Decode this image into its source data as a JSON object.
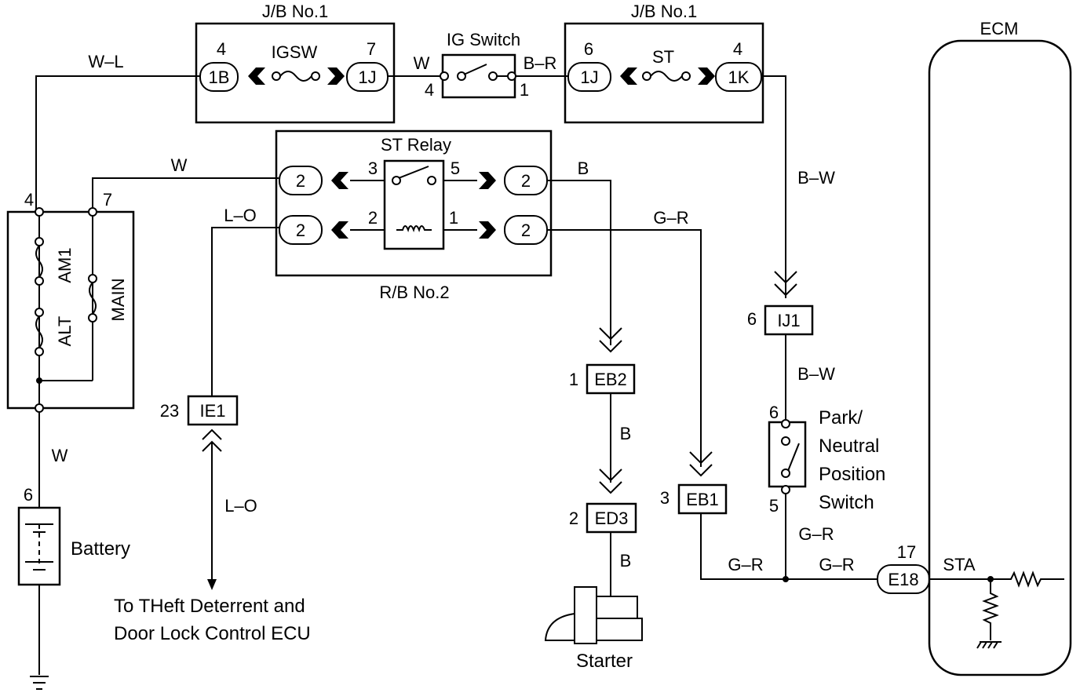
{
  "jb_left": {
    "title": "J/B No.1",
    "fuse": "IGSW",
    "pin_left_num": "4",
    "pin_left": "1B",
    "pin_right_num": "7",
    "pin_right": "1J"
  },
  "jb_right": {
    "title": "J/B No.1",
    "fuse": "ST",
    "pin_left_num": "6",
    "pin_left": "1J",
    "pin_right_num": "4",
    "pin_right": "1K"
  },
  "ig_switch": {
    "title": "IG Switch",
    "pin_left": "4",
    "pin_right": "1",
    "wire_in": "W",
    "wire_out": "B–R"
  },
  "relay": {
    "title": "ST Relay",
    "box": "R/B No.2",
    "pin3": "3",
    "pin5": "5",
    "pin2": "2",
    "pin1": "1",
    "conn": "2"
  },
  "wires": {
    "wl": "W–L",
    "w_top": "W",
    "lo_top": "L–O",
    "b_top": "B",
    "gr_top": "G–R",
    "bw_top": "B–W",
    "bw_mid": "B–W",
    "w_batt": "W",
    "lo_bottom": "L–O",
    "b_mid": "B",
    "b_low": "B",
    "gr_pn": "G–R",
    "gr_eb1": "G–R",
    "gr_e18": "G–R",
    "sta": "STA"
  },
  "fuse_block": {
    "pin4": "4",
    "pin7": "7",
    "am1": "AM1",
    "alt": "ALT",
    "main": "MAIN"
  },
  "battery": {
    "pin": "6",
    "label": "Battery"
  },
  "connectors": {
    "ie1": {
      "num": "23",
      "name": "IE1"
    },
    "eb2": {
      "num": "1",
      "name": "EB2"
    },
    "ed3": {
      "num": "2",
      "name": "ED3"
    },
    "eb1": {
      "num": "3",
      "name": "EB1"
    },
    "ij1": {
      "num": "6",
      "name": "IJ1"
    },
    "e18": {
      "num": "17",
      "name": "E18"
    }
  },
  "pn_switch": {
    "pin_top": "6",
    "pin_bottom": "5",
    "line1": "Park/",
    "line2": "Neutral",
    "line3": "Position",
    "line4": "Switch"
  },
  "starter": {
    "label": "Starter"
  },
  "theft": {
    "line1": "To THeft Deterrent and",
    "line2": "Door Lock Control ECU"
  },
  "ecm": {
    "label": "ECM"
  }
}
